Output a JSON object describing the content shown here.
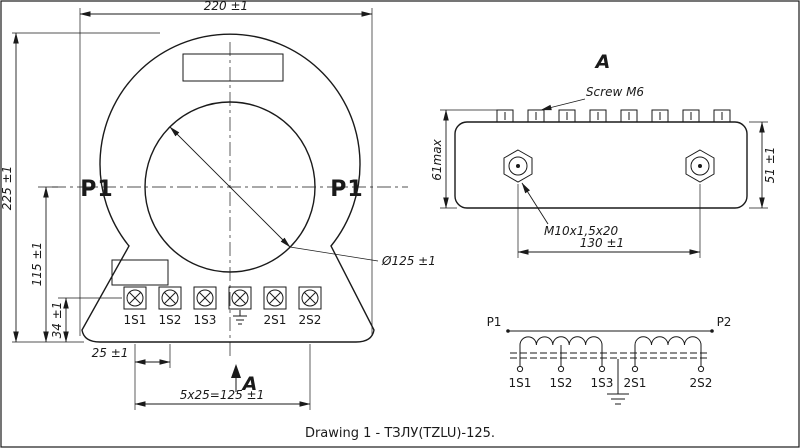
{
  "colors": {
    "line": "#1a1a1a",
    "gray_label": "#b0b0b0"
  },
  "caption": "Drawing 1 - ТЗЛУ(TZLU)-125.",
  "front_view": {
    "dim_width_top": "220 ±1",
    "dim_height_total": "225 ±1",
    "dim_height_center": "115 ±1",
    "dim_terminal_height": "34 ±1",
    "dim_terminal_pitch": "25 ±1",
    "dim_terminal_row": "5x25=125 ±1",
    "dim_aperture": "Ø125 ±1",
    "label_p1_left": "P1",
    "label_p1_right": "P1",
    "section_label": "A",
    "terminal_labels": [
      "1S1",
      "1S2",
      "1S3",
      "2S1",
      "2S2"
    ]
  },
  "side_view": {
    "view_label": "A",
    "screw_label": "Screw M6",
    "dim_height_max": "61max",
    "dim_height_body": "51 ±1",
    "stud_label": "M10x1,5x20",
    "dim_stud_pitch": "130 ±1"
  },
  "schematic": {
    "primary_left": "P1",
    "primary_right": "P2",
    "terminal_labels": [
      "1S1",
      "1S2",
      "1S3",
      "2S1",
      "2S2"
    ]
  }
}
